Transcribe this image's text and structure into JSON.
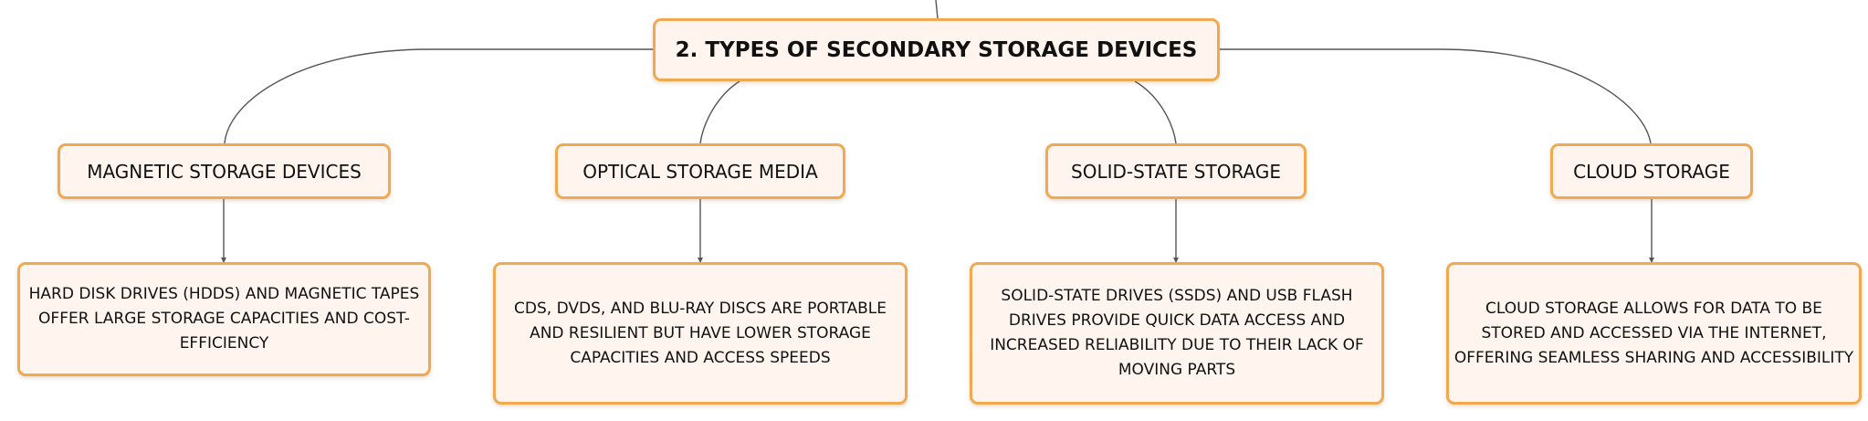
{
  "root": {
    "label": "2. TYPES OF SECONDARY STORAGE DEVICES"
  },
  "branches": [
    {
      "label": "MAGNETIC STORAGE DEVICES",
      "detail": "HARD DISK DRIVES (HDDS) AND MAGNETIC TAPES OFFER LARGE STORAGE CAPACITIES AND COST-EFFICIENCY"
    },
    {
      "label": "OPTICAL STORAGE MEDIA",
      "detail": "CDS, DVDS, AND BLU-RAY DISCS ARE PORTABLE AND RESILIENT BUT HAVE LOWER STORAGE CAPACITIES AND ACCESS SPEEDS"
    },
    {
      "label": "SOLID-STATE STORAGE",
      "detail": "SOLID-STATE DRIVES (SSDS) AND USB FLASH DRIVES PROVIDE QUICK DATA ACCESS AND INCREASED RELIABILITY DUE TO THEIR LACK OF MOVING PARTS"
    },
    {
      "label": "CLOUD STORAGE",
      "detail": "CLOUD STORAGE ALLOWS FOR DATA TO BE STORED AND ACCESSED VIA THE INTERNET, OFFERING SEAMLESS SHARING AND ACCESSIBILITY"
    }
  ],
  "colors": {
    "node_border": "#f0a94f",
    "node_fill": "#fff5ee",
    "connector": "#555555",
    "text": "#111111"
  }
}
